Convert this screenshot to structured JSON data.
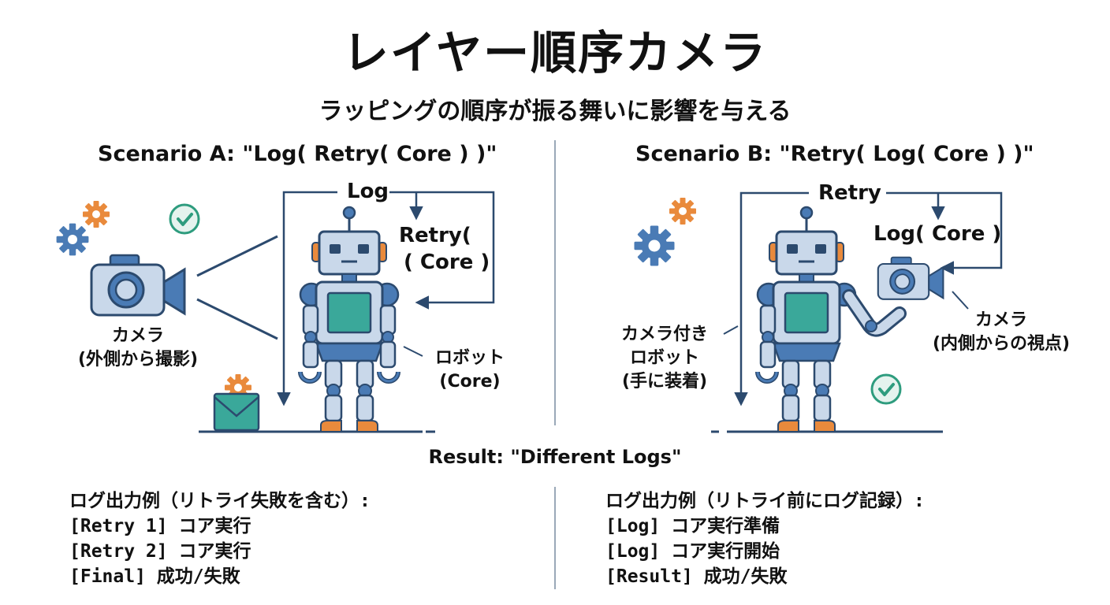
{
  "title": "レイヤー順序カメラ",
  "subtitle": "ラッピングの順序が振る舞いに影響を与える",
  "scenario_a": {
    "heading": "Scenario A: \"Log( Retry( Core ) )\"",
    "outer_label": "Log",
    "inner_label_1": "Retry(",
    "inner_label_2": "( Core )",
    "camera_caption_1": "カメラ",
    "camera_caption_2": "(外側から撮影)",
    "robot_caption_1": "ロボット",
    "robot_caption_2": "(Core)"
  },
  "scenario_b": {
    "heading": "Scenario B: \"Retry( Log( Core ) )\"",
    "outer_label": "Retry",
    "inner_label": "Log( Core )",
    "robot_caption_1": "カメラ付き",
    "robot_caption_2": "ロボット",
    "robot_caption_3": "(手に装着)",
    "camera_caption_1": "カメラ",
    "camera_caption_2": "(内側からの視点)"
  },
  "result": "Result: \"Different Logs\"",
  "logs_a": {
    "heading": "ログ出力例（リトライ失敗を含む）:",
    "lines": [
      "[Retry 1] コア実行",
      "[Retry 2] コア実行",
      "[Final] 成功/失敗"
    ]
  },
  "logs_b": {
    "heading": "ログ出力例（リトライ前にログ記録）:",
    "lines": [
      "[Log] コア実行準備",
      "[Log] コア実行開始",
      "[Result] 成功/失敗"
    ]
  },
  "colors": {
    "robot_blue": "#4a7bb5",
    "robot_light": "#c9d8ea",
    "screen_teal": "#3aa89a",
    "accent_orange": "#e98a3c",
    "line_navy": "#2c4a6e",
    "check_green": "#2e9c7e"
  }
}
